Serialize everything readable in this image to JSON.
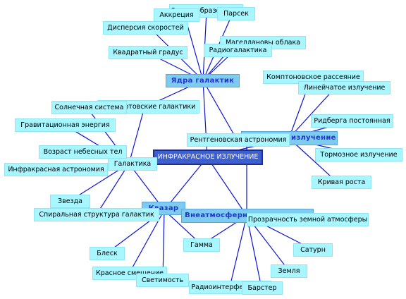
{
  "diagram": {
    "center": "ИНФРАКРАСНОЕ ИЗЛУЧЕНИЕ",
    "hubs": {
      "galaxy_cores": "Ядра галактик",
      "bremsstrahlung": "Тормозное излучение",
      "quasar": "Квазар",
      "extra_atmo": "Внеатмосферная астрономия",
      "galaxy": "Галактика"
    },
    "nodes": {
      "star_formation": "Звездообразование",
      "parsec": "Парсек",
      "accretion": "Аккреция",
      "velocity_dispersion": "Дисперсия скоростей",
      "magellanic_clouds": "Магеллановы облака",
      "square_degree": "Квадратный градус",
      "radio_galaxy": "Радиогалактика",
      "compton": "Комптоновское рассеяние",
      "line_radiation": "Линейчатое излучение",
      "seyfert": "Сейфертовские галактики",
      "solar_system": "Солнечная система",
      "rydberg": "Ридберга постоянная",
      "gravitational_energy": "Гравитационная энергия",
      "xray_astronomy": "Рентгеновская астрономия",
      "sky_age": "Возраст небесных тел",
      "bremsstrahlung_leaf": "Тормозное излучение",
      "infrared_astronomy": "Инфракрасная астрономия",
      "rotation_curve": "Кривая роста",
      "star": "Звезда",
      "spiral_structure": "Спиральная структура галактик",
      "transparency": "Прозрачность земной атмосферы",
      "gamma": "Гамма",
      "saturn": "Сатурн",
      "brilliance": "Блеск",
      "red_shift": "Красное смещение",
      "earth": "Земля",
      "luminosity": "Светимость",
      "radio_interferometer": "Радиоинтерферометр",
      "burster": "Барстер"
    }
  },
  "colors": {
    "edge": "#0b14d6",
    "node_fill": "#a8f6ff",
    "hub_fill": "#7ecbf2",
    "hub_text": "#2233cc",
    "center_fill": "#3d5fcf",
    "center_text": "#ffffff"
  }
}
